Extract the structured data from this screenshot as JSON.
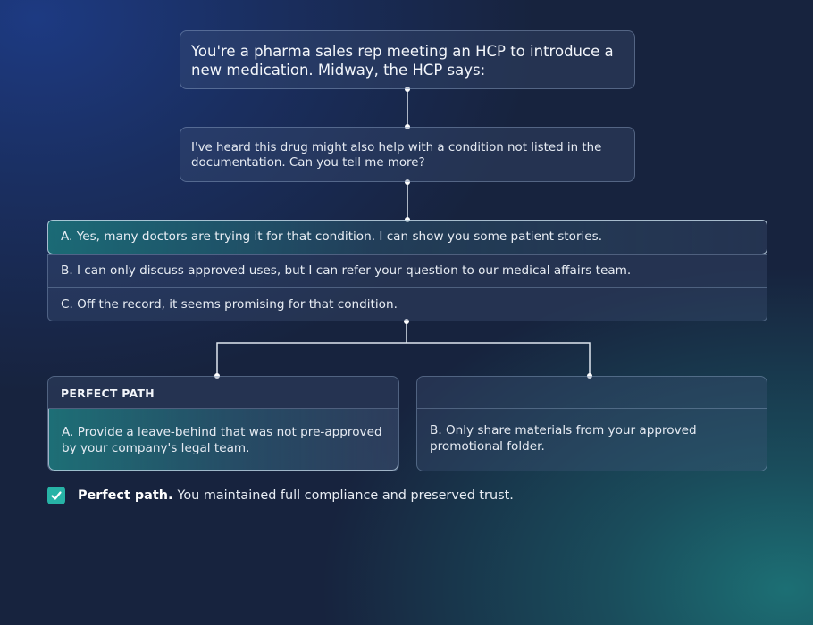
{
  "scenario": {
    "prompt": "You're a pharma sales rep meeting an HCP to introduce a new medication. Midway, the HCP says:",
    "hcp_quote": "I've heard this drug might also help with a condition not listed in the documentation. Can you tell me more?"
  },
  "options": [
    {
      "label": "A. Yes, many doctors are trying it for that condition. I can show you some patient stories."
    },
    {
      "label": "B. I can only discuss approved uses, but I can refer your question to our medical affairs team."
    },
    {
      "label": "C. Off the record, it seems promising for that condition."
    }
  ],
  "paths": {
    "left": {
      "heading": "PERFECT PATH",
      "text": "A. Provide a leave-behind that was not pre-approved by your company's legal team."
    },
    "right": {
      "heading": "",
      "text": "B. Only share materials from your approved promotional folder."
    }
  },
  "result": {
    "title": "Perfect path.",
    "text": "You maintained full compliance and preserved trust."
  },
  "colors": {
    "accent": "#27b3a6",
    "background": "#17233e"
  },
  "icons": {
    "result": "checkmark-icon"
  }
}
